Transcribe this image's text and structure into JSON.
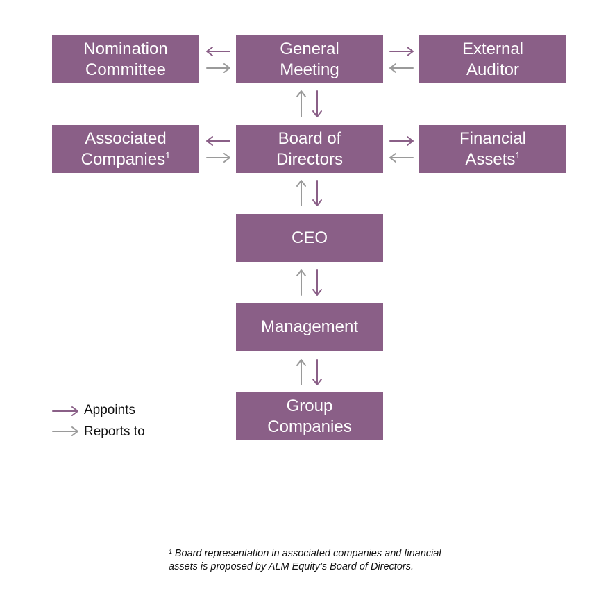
{
  "colors": {
    "box_fill": "#8a5f87",
    "appoints_arrow": "#8a5f87",
    "reports_arrow": "#9a9a9a"
  },
  "boxes": {
    "nomination_committee": {
      "line1": "Nomination",
      "line2": "Committee"
    },
    "general_meeting": {
      "line1": "General",
      "line2": "Meeting"
    },
    "external_auditor": {
      "line1": "External",
      "line2": "Auditor"
    },
    "associated_companies": {
      "line1": "Associated",
      "line2": "Companies",
      "note": "1"
    },
    "board_of_directors": {
      "line1": "Board of",
      "line2": "Directors"
    },
    "financial_assets": {
      "line1": "Financial",
      "line2": "Assets",
      "note": "1"
    },
    "ceo": {
      "line1": "CEO"
    },
    "management": {
      "line1": "Management"
    },
    "group_companies": {
      "line1": "Group",
      "line2": "Companies"
    }
  },
  "legend": {
    "appoints": "Appoints",
    "reports_to": "Reports to"
  },
  "footnote": {
    "marker": "¹",
    "line1": "Board representation in associated companies and financial",
    "line2": "assets is proposed by ALM Equity’s Board of Directors."
  }
}
